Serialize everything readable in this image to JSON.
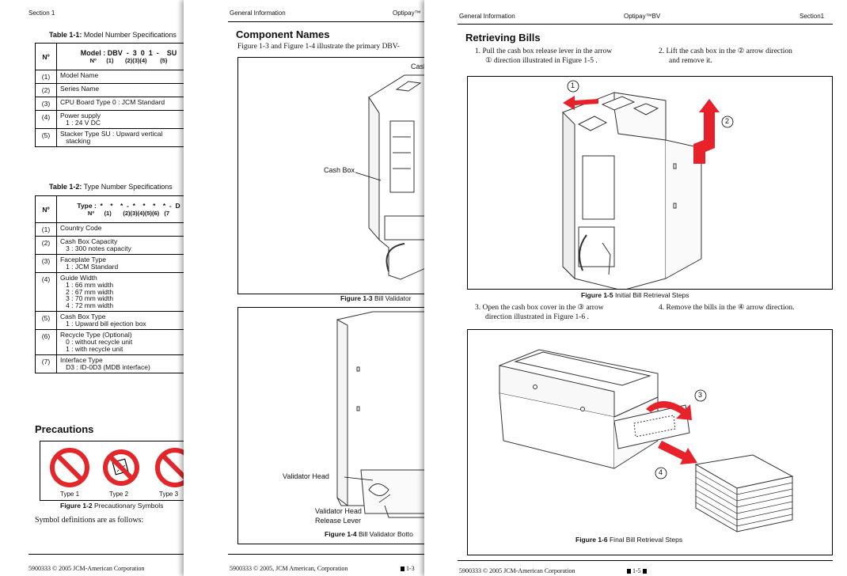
{
  "page1": {
    "header_left": "Section 1",
    "table1_title_bold": "Table 1-1:",
    "table1_title_rest": " Model Number Specifications",
    "table1_header_no": "Nº",
    "table1_header_model": "Model : DBV  -  3  0  1  -    SU",
    "table1_header_sub": "Nº      (1)       (2)(3)(4)        (5)",
    "table1_rows": [
      {
        "num": "(1)",
        "text": "Model Name"
      },
      {
        "num": "(2)",
        "text": "Series Name"
      },
      {
        "num": "(3)",
        "text": "CPU Board Type 0 : JCM Standard"
      },
      {
        "num": "(4)",
        "text": "Power supply\n   1 : 24 V DC"
      },
      {
        "num": "(5)",
        "text": "Stacker Type SU : Upward vertical\n   stacking"
      }
    ],
    "table2_title_bold": "Table 1-2:",
    "table2_title_rest": " Type Number Specifications",
    "table2_header_no": "Nº",
    "table2_header_type": "Type :  *    *    *  -  *    *    *    *  -  D",
    "table2_header_sub": "Nº      (1)       (2)(3)(4)(5)(6)   (7",
    "table2_rows": [
      {
        "num": "(1)",
        "text": "Country Code"
      },
      {
        "num": "(2)",
        "text": "Cash Box Capacity\n   3 : 300 notes capacity"
      },
      {
        "num": "(3)",
        "text": "Faceplate Type\n   1 : JCM Standard"
      },
      {
        "num": "(4)",
        "text": "Guide Width\n   1 : 66 mm width\n   2 : 67 mm width\n   3 : 70 mm width\n   4 : 72 mm width"
      },
      {
        "num": "(5)",
        "text": "Cash Box Type\n   1 : Upward bill ejection box"
      },
      {
        "num": "(6)",
        "text": "Recycle Type (Optional)\n   0 : without recycle unit\n   1 : with recycle unit"
      },
      {
        "num": "(7)",
        "text": "Interface Type\n   D3 : ID-0D3 (MDB interface)"
      }
    ],
    "precautions_heading": "Precautions",
    "symbol_labels": [
      "Type 1",
      "Type 2",
      "Type 3"
    ],
    "fig12_caption_bold": "Figure 1-2",
    "fig12_caption_rest": " Precautionary Symbols",
    "symbol_def_text": "Symbol definitions are as follows:",
    "footer": "5900333   © 2005 JCM-American Corporation"
  },
  "page2": {
    "header_left": "General Information",
    "header_right": "Optipay™",
    "heading": "Component Names",
    "intro_text": "Figure 1-3  and  Figure 1-4  illustrate the primary DBV-",
    "fig13_label_top": "Cash",
    "fig13_label_cashbox": "Cash Box",
    "fig13_caption_bold": "Figure 1-3",
    "fig13_caption_rest": " Bill Validator",
    "fig14_label_head": "Validator Head",
    "fig14_label_lever1": "Validator Head",
    "fig14_label_lever2": "Release Lever",
    "fig14_caption_bold": "Figure 1-4",
    "fig14_caption_rest": " Bill Validator Botto",
    "footer": "5900333   © 2005, JCM American, Corporation",
    "page_num": "1-3"
  },
  "page3": {
    "header_left": "General Information",
    "header_center": "Optipay™BV",
    "header_right": "Section1",
    "heading": "Retrieving Bills",
    "step1_line1": "1.   Pull the cash box release lever in the arrow",
    "step1_line2": "① direction illustrated in  Figure 1-5 .",
    "step2_line1": "2.   Lift the cash box in the ② arrow direction",
    "step2_line2": "and remove it.",
    "fig15_caption_bold": "Figure 1-5",
    "fig15_caption_rest": " Initial Bill Retrieval Steps",
    "step3_line1": "3.   Open the cash box cover in the ③ arrow",
    "step3_line2": "direction illustrated in  Figure 1-6 .",
    "step4_line1": "4.   Remove the bills in the ④ arrow direction.",
    "fig16_caption_bold": "Figure 1-6",
    "fig16_caption_rest": " Final Bill Retrieval Steps",
    "marker1": "1",
    "marker2": "2",
    "marker3": "3",
    "marker4": "4",
    "footer": "5900333   © 2005 JCM-American Corporation",
    "page_num": "1-5"
  },
  "colors": {
    "background": "#3a6ea5",
    "arrow_red": "#e8222a",
    "prohibit_red": "#e3262a"
  }
}
